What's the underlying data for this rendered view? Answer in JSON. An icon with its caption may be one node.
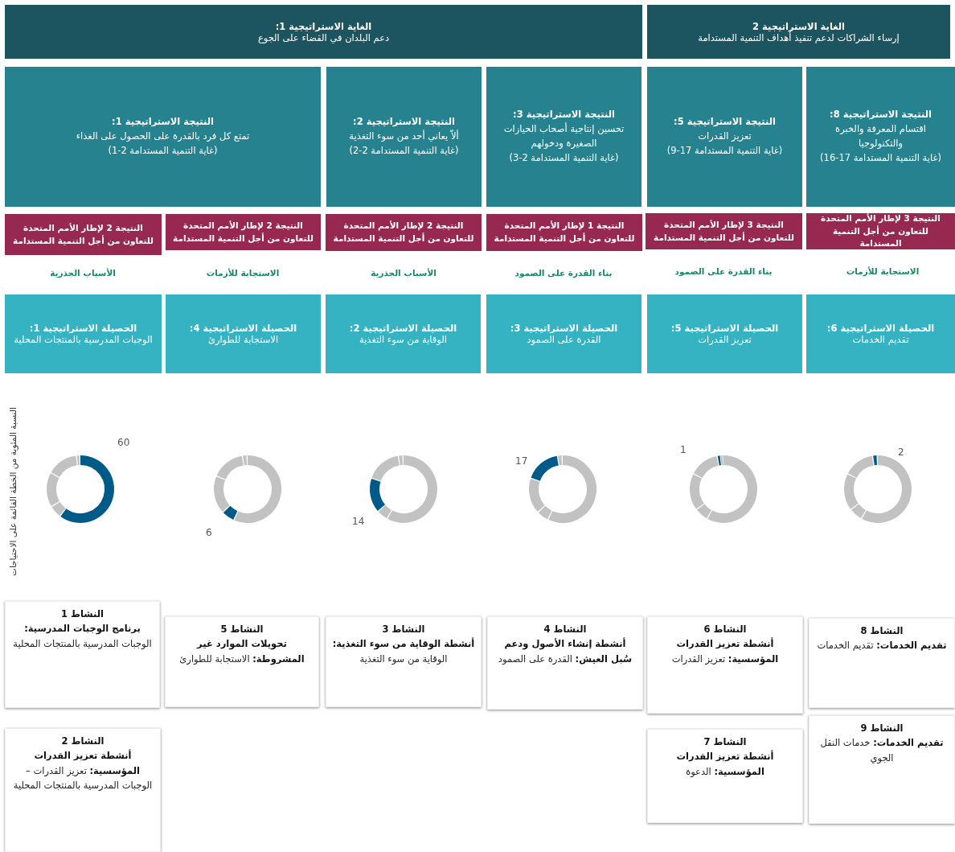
{
  "diagram": {
    "nodes": [
      {
        "text": [
          "الغاية الاستراتيجية 2",
          "إرساء الشراكات لدعم تنفيذ أهداف التنمية المستدامة"
        ]
      },
      {
        "text": [
          "الغاية الاستراتيجية 1:",
          "دعم البلدان في القضاء على الجوع"
        ]
      },
      {
        "text": [
          "النتيجة الاستراتيجية 8:",
          "اقتسام المعرفة والخبرة والتكنولوجيا",
          "(غاية التنمية المستدامة 17-16)"
        ]
      },
      {
        "text": [
          "النتيجة الاستراتيجية 5:",
          "تعزيز القدرات",
          "(غاية التنمية المستدامة 17-9)"
        ]
      },
      {
        "text": [
          "النتيجة الاستراتيجية 3:",
          "تحسين إنتاجية أصحاب الحيازات الصغيرة ودخولهم",
          "(غاية التنمية المستدامة 2-3)"
        ]
      },
      {
        "text": [
          "النتيجة الاستراتيجية 2:",
          "ألاّ يعاني أحد من سوء التغذية",
          "(غاية التنمية المستدامة 2-2)"
        ]
      },
      {
        "text": [
          "النتيجة الاستراتيجية 1:",
          "تمتع كل فرد بالقدرة على الحصول على الغذاء",
          "(غاية التنمية المستدامة 2-1)"
        ]
      },
      {
        "text": [
          "النتيجة 3 لإطار الأمم المتحدة للتعاون من أجل التنمية المستدامة"
        ]
      },
      {
        "text": [
          "النتيجة 3 لإطار الأمم المتحدة للتعاون من أجل التنمية المستدامة"
        ]
      },
      {
        "text": [
          "النتيجة 1 لإطار الأمم المتحدة للتعاون من أجل التنمية المستدامة"
        ]
      },
      {
        "text": [
          "النتيجة 2 لإطار الأمم المتحدة للتعاون من أجل التنمية المستدامة"
        ]
      },
      {
        "text": [
          "النتيجة 2 لإطار الأمم المتحدة للتعاون من أجل التنمية المستدامة"
        ]
      },
      {
        "text": [
          "النتيجة 2 لإطار الأمم المتحدة للتعاون من أجل التنمية المستدامة"
        ]
      },
      {
        "text": [
          "الحصيلة الاستراتيجية 6:",
          "تقديم الخدمات"
        ]
      },
      {
        "text": [
          "الحصيلة الاستراتيجية 5:",
          "تعزيز القدرات"
        ]
      },
      {
        "text": [
          "الحصيلة الاستراتيجية 3:",
          "القدرة على الصمود"
        ]
      },
      {
        "text": [
          "الحصيلة الاستراتيجية 2:",
          "الوقاية من سوء التغذية"
        ]
      },
      {
        "text": [
          "الحصيلة الاستراتيجية 4:",
          "الاستجابة للطوارئ"
        ]
      },
      {
        "text": [
          "الحصيلة الاستراتيجية 1:",
          "الوجبات المدرسية بالمنتجات المحلية"
        ]
      },
      {
        "text": [
          "النشاط 8",
          "**تقديم الخدمات:** تقديم الخدمات"
        ]
      },
      {
        "text": [
          "النشاط 6",
          "**أنشطة تعزيز القدرات المؤسسية:** تعزيز القدرات"
        ]
      },
      {
        "text": [
          "النشاط 4",
          "**أنشطة إنشاء الأصول ودعم سُبل العيش:** القدرة على الصمود"
        ]
      },
      {
        "text": [
          "النشاط 3",
          "**أنشطة الوقاية من سوء التغذية:** الوقاية من سوء التغذية"
        ]
      },
      {
        "text": [
          "النشاط 5",
          "**تحويلات الموارد غير المشروطة:** الاستجابة للطوارئ"
        ]
      },
      {
        "text": [
          "النشاط 1",
          "**برنامج الوجبات المدرسية:** الوجبات المدرسية بالمنتجات المحلية"
        ]
      },
      {
        "text": [
          "النشاط 9",
          "**تقديم الخدمات:** خدمات النقل الجوي"
        ]
      },
      {
        "text": [
          "النشاط 7",
          "**أنشطة تعزيز القدرات المؤسسية:** الدعوة"
        ]
      },
      {
        "text": [
          "النشاط 2",
          "**أنشطة تعزيز القدرات المؤسسية:** تعزيز القدرات – الوجبات المدرسية بالمنتجات المحلية"
        ]
      }
    ],
    "edges": [],
    "labels": [
      "الاستجابة للأزمات",
      "بناء القدرة على الصمود",
      "بناء القدرة على الصمود",
      "الأسباب الجذرية",
      "الاستجابة للأزمات",
      "الأسباب الجذرية",
      "2",
      "1",
      "17",
      "14",
      "6",
      "60",
      "النسبة المئوية من الخطة القائمة على الاحتياجات"
    ]
  }
}
